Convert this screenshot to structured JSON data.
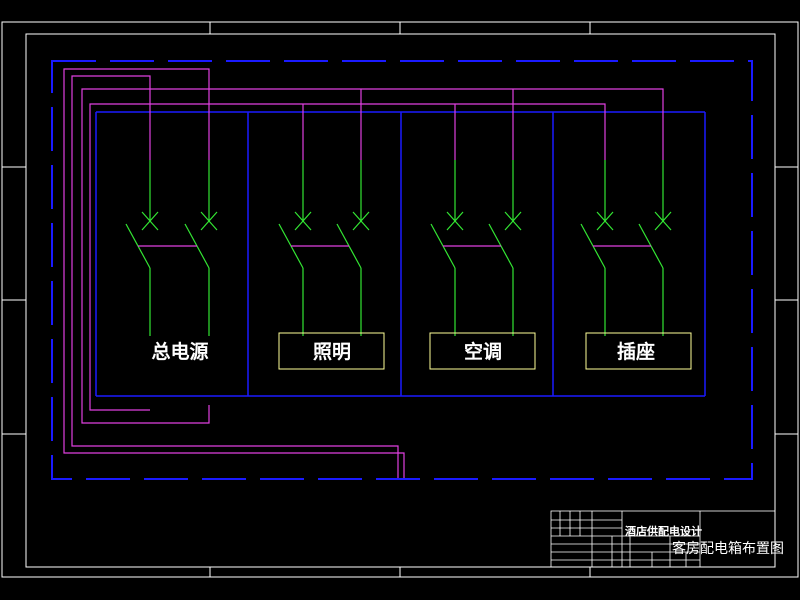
{
  "drawing": {
    "background": "#000000",
    "colors": {
      "frame": "#ffffff",
      "blue": "#1a1aff",
      "magenta": "#e040e0",
      "green": "#33e633",
      "yellow": "#ffff99"
    }
  },
  "labels": {
    "main_power": "总电源",
    "lighting": "照明",
    "air_conditioning": "空调",
    "socket": "插座"
  },
  "title_block": {
    "project": "酒店供配电设计",
    "drawing_name": "客房配电箱布置图"
  }
}
